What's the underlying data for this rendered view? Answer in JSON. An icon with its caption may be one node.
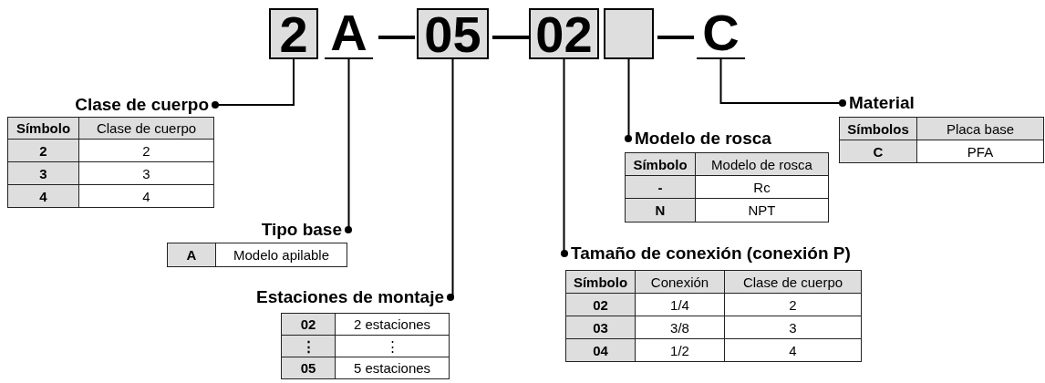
{
  "diagram": {
    "nodes": [
      {
        "text": [
          "2"
        ]
      },
      {
        "text": [
          "A"
        ]
      },
      {
        "text": [
          "05"
        ]
      },
      {
        "text": [
          "02"
        ]
      },
      {
        "text": [],
        "shape": "box"
      },
      {
        "text": [
          "C"
        ]
      },
      {
        "text": [
          "Clase de cuerpo"
        ]
      },
      {
        "text": [
          "Tipo base"
        ]
      },
      {
        "text": [
          "Estaciones de montaje"
        ]
      },
      {
        "text": [
          "Tamaño de conexión (conexión P)"
        ]
      },
      {
        "text": [
          "Modelo de rosca"
        ]
      },
      {
        "text": [
          "Material"
        ]
      }
    ],
    "edges": [
      {
        "from": 0,
        "to": 6,
        "arrow": "other"
      },
      {
        "from": 1,
        "to": 7,
        "arrow": "other"
      },
      {
        "from": 2,
        "to": 8,
        "arrow": "other"
      },
      {
        "from": 3,
        "to": 9,
        "arrow": "other"
      },
      {
        "from": 4,
        "to": 10,
        "arrow": "other"
      },
      {
        "from": 5,
        "to": 11,
        "arrow": "other"
      }
    ],
    "labels": [
      "—",
      "—",
      "—",
      "Símbolo",
      "Clase de cuerpo",
      "2",
      "2",
      "3",
      "3",
      "4",
      "4",
      "Símbolos",
      "Placa base",
      "C",
      "PFA",
      "Símbolo",
      "Modelo de rosca",
      "-",
      "Rc",
      "N",
      "NPT",
      "A",
      "Modelo apilable",
      "Símbolo",
      "Conexión",
      "Clase de cuerpo",
      "02",
      "1/4",
      "2",
      "03",
      "3/8",
      "3",
      "04",
      "1/2",
      "4",
      "02",
      "2 estaciones",
      "⋮",
      "⋮",
      "05",
      "5 estaciones"
    ]
  }
}
